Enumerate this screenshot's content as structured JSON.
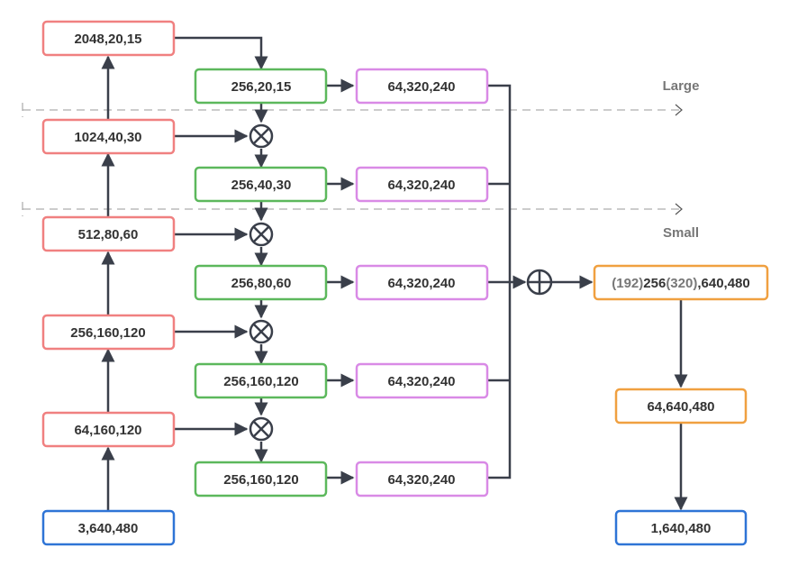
{
  "colors": {
    "backbone": "#f08080",
    "lateral": "#5cb85c",
    "upsample": "#d98ae6",
    "fusion": "#f0a040",
    "io": "#2e74d6",
    "line": "#3a3f4a"
  },
  "labels": {
    "large": "Large",
    "small": "Small"
  },
  "backbone": [
    {
      "label": "2048,20,15"
    },
    {
      "label": "1024,40,30"
    },
    {
      "label": "512,80,60"
    },
    {
      "label": "256,160,120"
    },
    {
      "label": "64,160,120"
    }
  ],
  "input": {
    "label": "3,640,480"
  },
  "lateral": [
    {
      "label": "256,20,15"
    },
    {
      "label": "256,40,30"
    },
    {
      "label": "256,80,60"
    },
    {
      "label": "256,160,120"
    },
    {
      "label": "256,160,120"
    }
  ],
  "upsample": [
    {
      "label": "64,320,240"
    },
    {
      "label": "64,320,240"
    },
    {
      "label": "64,320,240"
    },
    {
      "label": "64,320,240"
    },
    {
      "label": "64,320,240"
    }
  ],
  "fusion": {
    "prefix": "(192)",
    "mid": "256",
    "paren": "(320)",
    "suffix": ",640,480"
  },
  "head": {
    "label": "64,640,480"
  },
  "output": {
    "label": "1,640,480"
  },
  "operators": {
    "multiply": "multiply-operator",
    "add": "add-operator"
  }
}
